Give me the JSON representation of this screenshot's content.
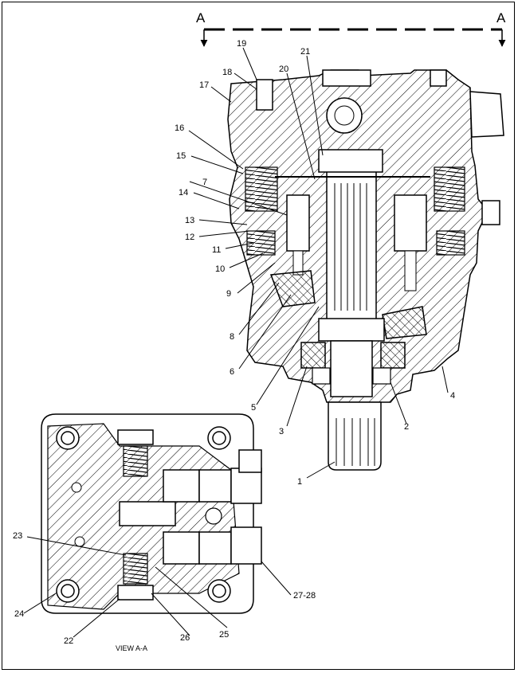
{
  "section_marker": "A",
  "view_caption": "VIEW A-A",
  "callouts": [
    "1",
    "2",
    "3",
    "4",
    "5",
    "6",
    "7",
    "8",
    "9",
    "10",
    "11",
    "12",
    "13",
    "14",
    "15",
    "16",
    "17",
    "18",
    "19",
    "20",
    "21",
    "22",
    "23",
    "24",
    "25",
    "26",
    "27-28"
  ]
}
